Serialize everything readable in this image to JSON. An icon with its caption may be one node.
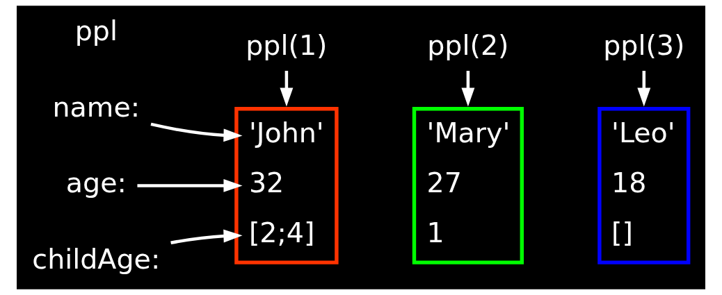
{
  "diagram": {
    "nodes": [
      {
        "text": [
          "ppl(1)"
        ]
      },
      {
        "text": [
          "ppl(2)"
        ]
      },
      {
        "text": [
          "ppl(3)"
        ]
      },
      {
        "text": [
          "'John'",
          "32",
          "[2;4]"
        ]
      },
      {
        "text": [
          "'Mary'",
          "27",
          "1"
        ]
      },
      {
        "text": [
          "'Leo'",
          "18",
          "[]"
        ]
      },
      {
        "text": [
          "name:"
        ]
      },
      {
        "text": [
          "age:"
        ]
      },
      {
        "text": [
          "childAge:"
        ]
      }
    ],
    "edges": [
      {
        "from": 0,
        "to": 3,
        "arrow": "to"
      },
      {
        "from": 1,
        "to": 4,
        "arrow": "to"
      },
      {
        "from": 2,
        "to": 5,
        "arrow": "to"
      },
      {
        "from": 6,
        "to": 3,
        "arrow": "to"
      },
      {
        "from": 7,
        "to": 3,
        "arrow": "to"
      },
      {
        "from": 8,
        "to": 3,
        "arrow": "to"
      }
    ],
    "labels": [
      "ppl"
    ]
  }
}
